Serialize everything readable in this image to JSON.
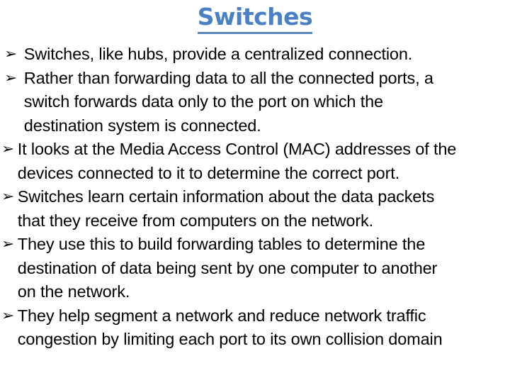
{
  "slide": {
    "title": "Switches",
    "title_color": "#4A80C4",
    "underline_color": "#5B86C0",
    "background_color": "#FFFFFF",
    "text_color": "#000000",
    "bullet_glyph": "➢",
    "bullet_glyph_name": "arrowhead-right-bullet",
    "bullets": [
      {
        "indent": "wide",
        "lines": [
          "Switches, like hubs, provide a centralized connection."
        ]
      },
      {
        "indent": "wide",
        "lines": [
          "Rather than forwarding data to all the connected ports, a",
          "switch forwards data only to the port on which the",
          "destination system is connected."
        ]
      },
      {
        "indent": "narrow",
        "lines": [
          "It looks at the Media Access Control (MAC) addresses of the",
          "devices connected to it to determine the correct port."
        ]
      },
      {
        "indent": "narrow",
        "lines": [
          "Switches learn certain information about the data packets",
          "that they receive from computers on the network."
        ]
      },
      {
        "indent": "narrow",
        "lines": [
          "They use this to build forwarding tables to determine the",
          "destination of data being sent by one computer to another",
          "on the network."
        ]
      },
      {
        "indent": "narrow",
        "lines": [
          "They help segment a network and reduce network traffic",
          "congestion by limiting each port to its own collision domain"
        ]
      }
    ]
  }
}
